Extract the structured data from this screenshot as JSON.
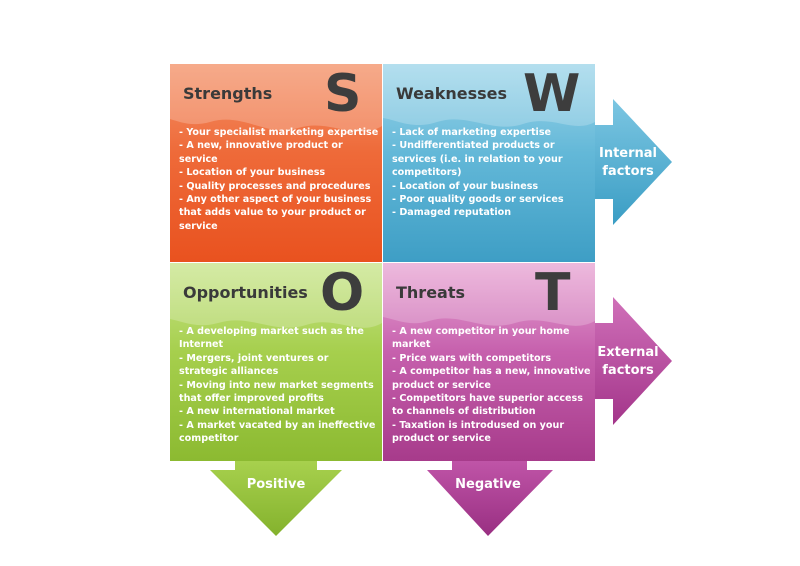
{
  "quadrants": {
    "strengths": {
      "title": "Strengths",
      "letter": "S",
      "items": [
        "- Your specialist marketing expertise",
        "- A new, innovative product or  service",
        "- Location of your business",
        "- Quality processes and procedures",
        "- Any other aspect of your business that adds value to your product or service"
      ]
    },
    "weaknesses": {
      "title": "Weaknesses",
      "letter": "W",
      "items": [
        "- Lack of marketing expertise",
        "- Undifferentiated products or services (i.e. in relation to your  competitors)",
        "- Location of your business",
        "- Poor quality goods or services",
        "- Damaged reputation"
      ]
    },
    "opportunities": {
      "title": "Opportunities",
      "letter": "O",
      "items": [
        "- A developing market such as the Internet",
        "- Mergers, joint ventures or strategic alliances",
        "- Moving into new market segments that offer improved profits",
        "- A new international market",
        "- A market vacated by an ineffective competitor"
      ]
    },
    "threats": {
      "title": "Threats",
      "letter": "T",
      "items": [
        "- A new competitor in your home market",
        "- Price wars with competitors",
        "- A competitor has a new, innovative product or service",
        "- Competitors have superior access to channels of distribution",
        "- Taxation is introdused on your product or service"
      ]
    }
  },
  "arrows": {
    "internal": "Internal\nfactors",
    "external": "External\nfactors",
    "positive": "Positive",
    "negative": "Negative"
  },
  "colors": {
    "strengths": "#ee6a39",
    "weaknesses": "#4aa8cc",
    "opportunities": "#9cc63d",
    "threats": "#b8479c",
    "internal_arrow": "#4aa9cc",
    "external_arrow": "#b4419a",
    "positive_arrow": "#8fbb33",
    "negative_arrow": "#a83a8c"
  }
}
